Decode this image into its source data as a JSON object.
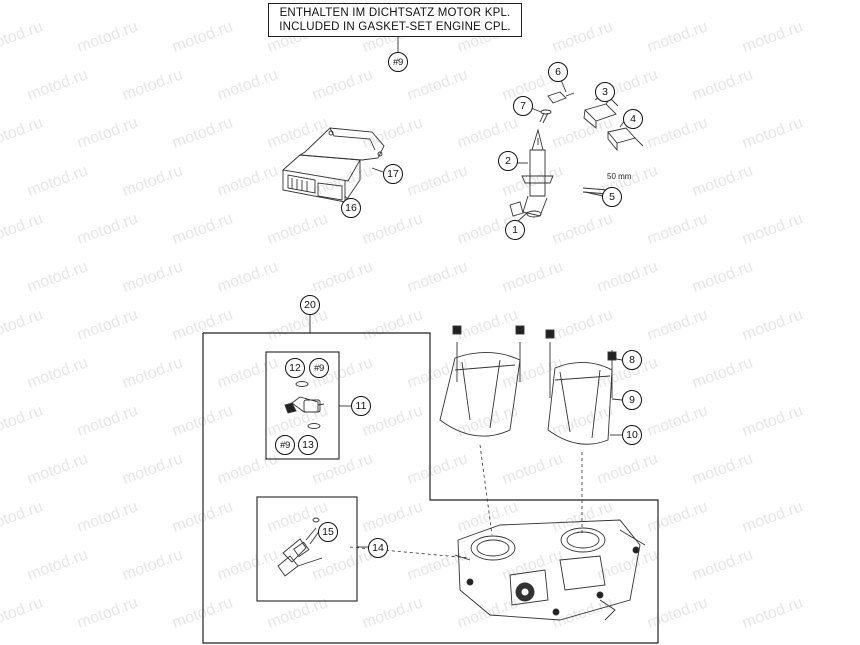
{
  "diagram": {
    "note": {
      "line1": "ENTHALTEN IM DICHTSATZ MOTOR KPL.",
      "line2": "INCLUDED IN GASKET-SET ENGINE CPL."
    },
    "watermark_text": "motod.ru",
    "dimension_label": "50 mm",
    "callouts": {
      "c_note9": "#9",
      "c1": "1",
      "c2": "2",
      "c3": "3",
      "c4": "4",
      "c5": "5",
      "c6": "6",
      "c7": "7",
      "c8": "8",
      "c9": "9",
      "c10": "10",
      "c11": "11",
      "c12": "12",
      "c12_9": "#9",
      "c13": "13",
      "c13_9": "#9",
      "c14": "14",
      "c15": "15",
      "c16": "16",
      "c17": "17",
      "c20": "20"
    }
  }
}
